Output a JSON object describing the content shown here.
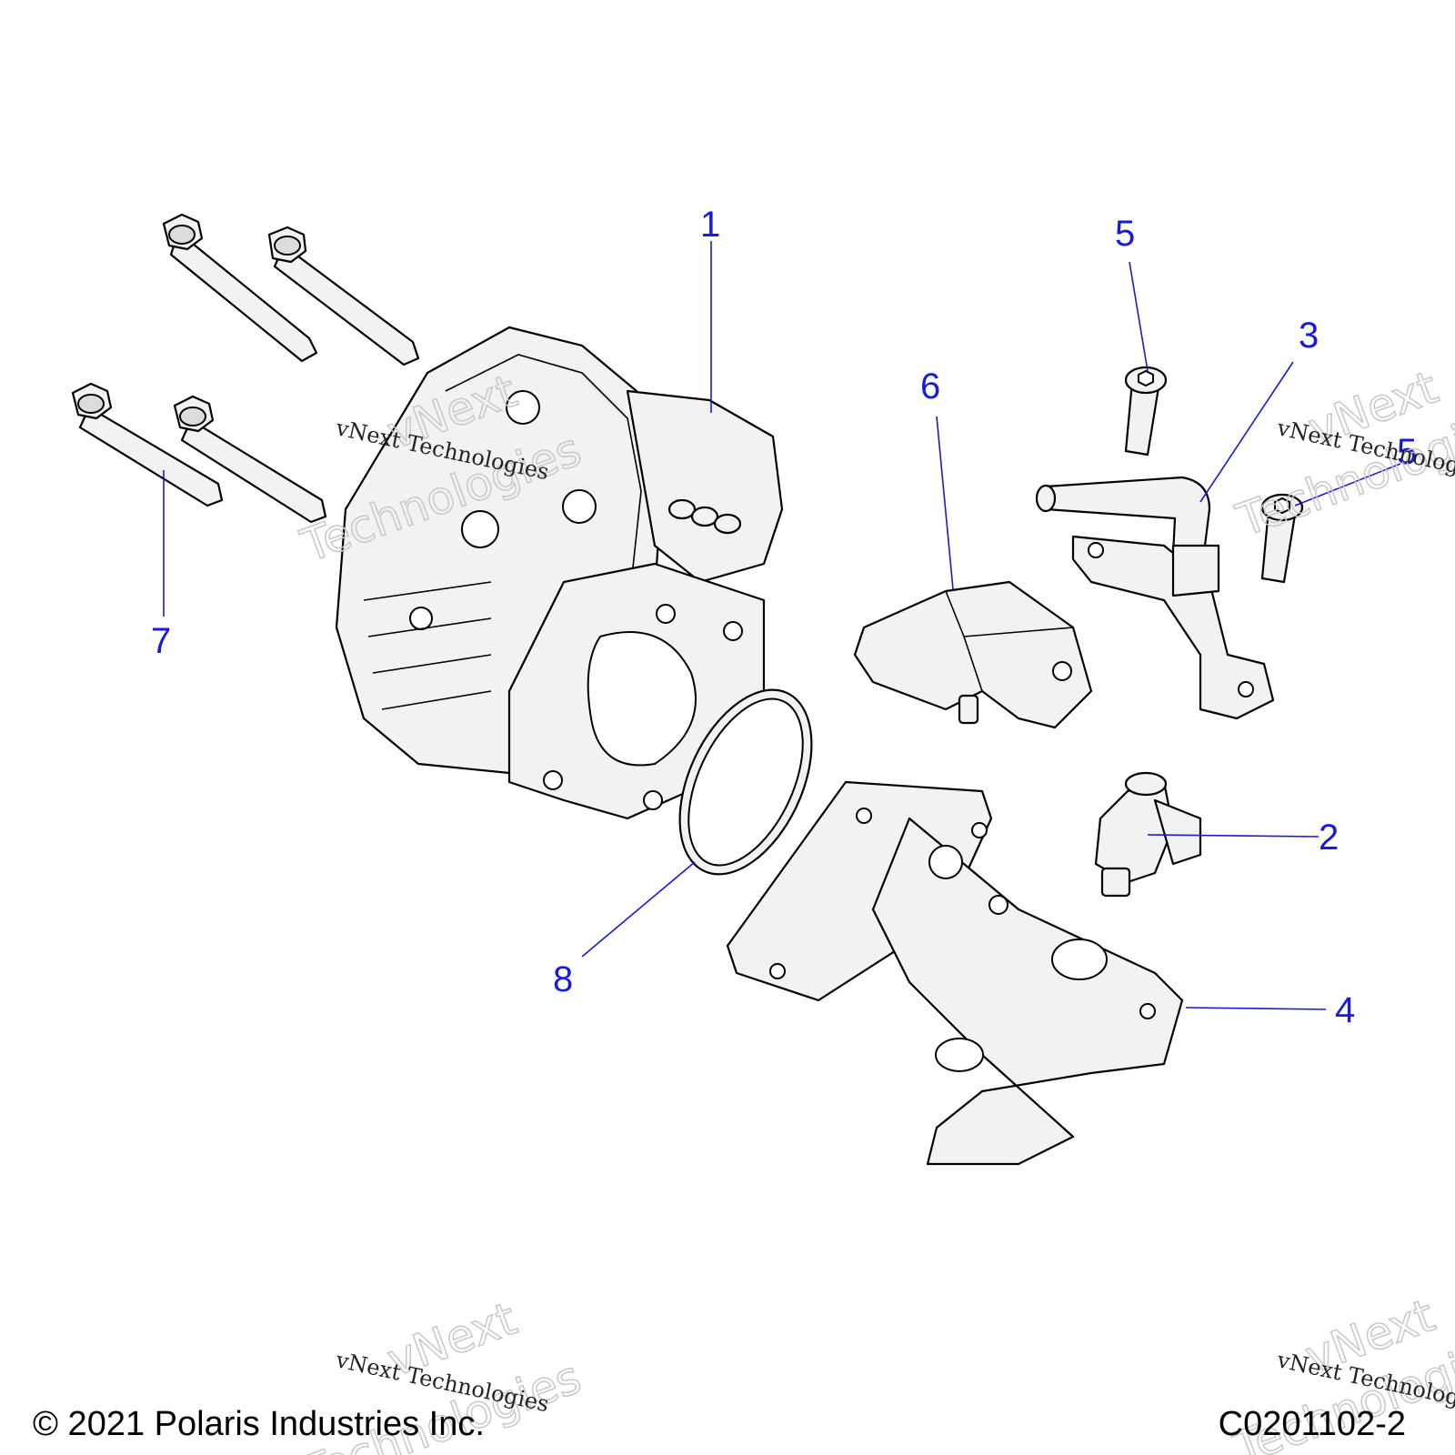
{
  "callouts": {
    "c1": "1",
    "c2": "2",
    "c3": "3",
    "c4": "4",
    "c5a": "5",
    "c5b": "5",
    "c6": "6",
    "c7": "7",
    "c8": "8"
  },
  "watermark": {
    "text": "vNext Technologies",
    "big_line1": "vNext",
    "big_line2": "Technologies"
  },
  "footer": {
    "copyright": "© 2021 Polaris Industries Inc.",
    "drawing_id": "C0201102-2"
  },
  "colors": {
    "callout": "#1a1adf",
    "part_fill": "#f2f2f2",
    "outline": "#000000"
  }
}
